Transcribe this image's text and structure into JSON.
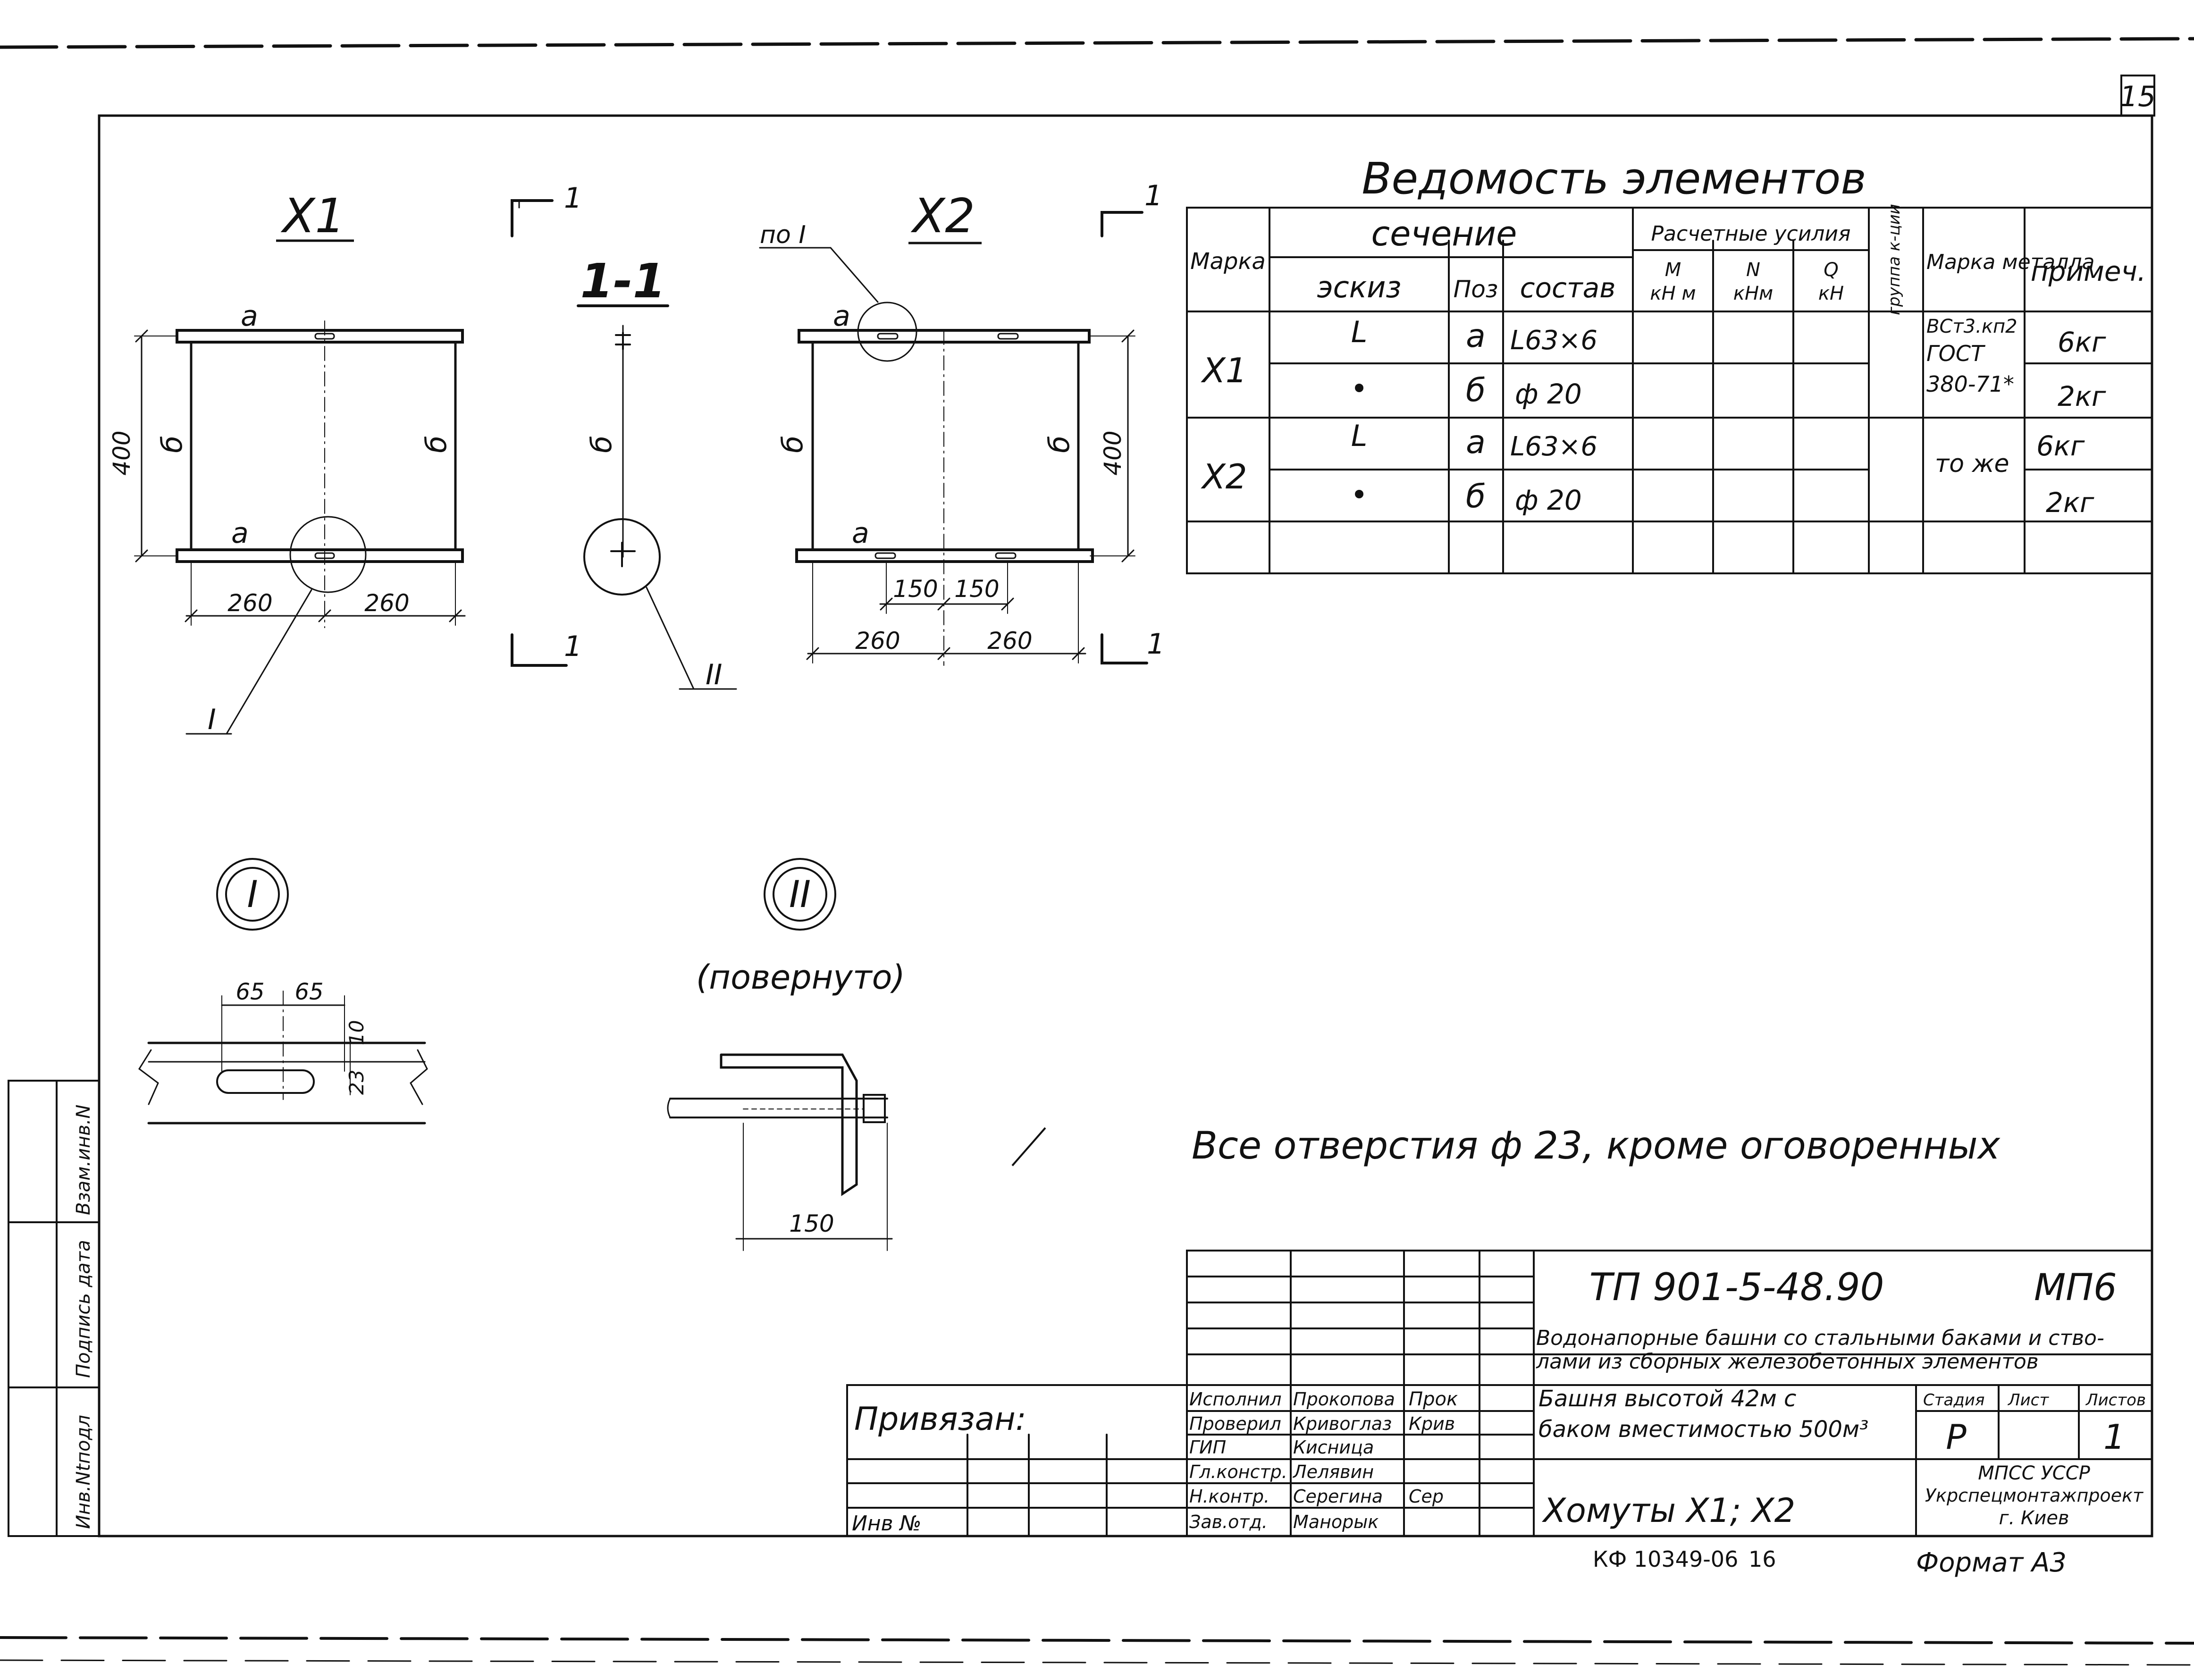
{
  "sheet_number": "15",
  "views": {
    "x1": {
      "title": "X1",
      "section_mark": "1",
      "dim_height": "400",
      "dim_left": "260",
      "dim_right": "260",
      "label_a_top": "a",
      "label_a_bottom": "a",
      "label_b_left": "б",
      "label_b_right": "б",
      "callout": "I"
    },
    "section": {
      "title": "1-1",
      "label_b": "б",
      "callout": "II"
    },
    "x2": {
      "title": "X2",
      "section_mark": "1",
      "callout_ref": "по I",
      "dim_height": "400",
      "dim_inner_left": "150",
      "dim_inner_right": "150",
      "dim_left": "260",
      "dim_right": "260",
      "label_a_top": "a",
      "label_a_bottom": "a",
      "label_b_left": "б",
      "label_b_right": "б"
    },
    "detail1": {
      "title": "I",
      "dim_a": "65",
      "dim_b": "65",
      "dim_c": "10",
      "dim_d": "23"
    },
    "detail2": {
      "title": "II",
      "note": "(повернуто)",
      "dim": "150"
    }
  },
  "elements_table": {
    "title": "Ведомость элементов",
    "headers": {
      "mark": "Марка",
      "section": "сечение",
      "sketch": "эскиз",
      "pos": "Поз",
      "composition": "состав",
      "forces": "Расчетные усилия",
      "m": "M",
      "m_unit": "кН м",
      "n": "N",
      "n_unit": "кНм",
      "q": "Q",
      "q_unit": "кН",
      "group": "группа к-ции",
      "metal": "Марка металла",
      "note": "примеч."
    },
    "rows": [
      {
        "mark": "X1",
        "sketch": "L",
        "pos": "a",
        "composition": "L63×6",
        "note": "6кг"
      },
      {
        "mark": "",
        "sketch": "•",
        "pos": "б",
        "composition": "ф 20",
        "note": "2кг"
      },
      {
        "mark": "X2",
        "sketch": "L",
        "pos": "a",
        "composition": "L63×6",
        "note": "6кг"
      },
      {
        "mark": "",
        "sketch": "•",
        "pos": "б",
        "composition": "ф 20",
        "note": "2кг"
      }
    ],
    "metal_x1": [
      "ВСт3.кп2",
      "ГОСТ",
      "380-71*"
    ],
    "metal_x2": "то же"
  },
  "holes_note": "Все отверстия ф 23, кроме оговоренных",
  "title_block": {
    "project_code": "ТП 901-5-48.90",
    "album": "МП6",
    "project_title_1": "Водонапорные башни со стальными баками и ство-",
    "project_title_2": "лами из сборных железобетонных элементов",
    "object_1": "Башня высотой 42м с",
    "object_2": "баком вместимостью 500м³",
    "sheet_title": "Хомуты X1; X2",
    "stage_label": "Стадия",
    "sheet_label": "Лист",
    "sheets_label": "Листов",
    "stage": "Р",
    "sheets": "1",
    "org_1": "МПСС УССР",
    "org_2": "Укрспецмонтажпроект",
    "org_3": "г. Киев",
    "roles": [
      {
        "role": "Исполнил",
        "name": "Прокопова",
        "sign": "Прок"
      },
      {
        "role": "Проверил",
        "name": "Кривоглаз",
        "sign": "Крив"
      },
      {
        "role": "ГИП",
        "name": "Кисница",
        "sign": ""
      },
      {
        "role": "Гл.констр.",
        "name": "Лелявин",
        "sign": ""
      },
      {
        "role": "Н.контр.",
        "name": "Серегина",
        "sign": "Сер"
      },
      {
        "role": "Зав.отд.",
        "name": "Манорык",
        "sign": ""
      }
    ],
    "bound_label": "Привязан:",
    "inv_label": "Инв №"
  },
  "side_stamp": [
    "Инв.Ntподл",
    "Подпись дата",
    "Взам.инв.N"
  ],
  "footer_code": "КФ 10349-06",
  "footer_num": "16",
  "format_label": "Формат А3"
}
